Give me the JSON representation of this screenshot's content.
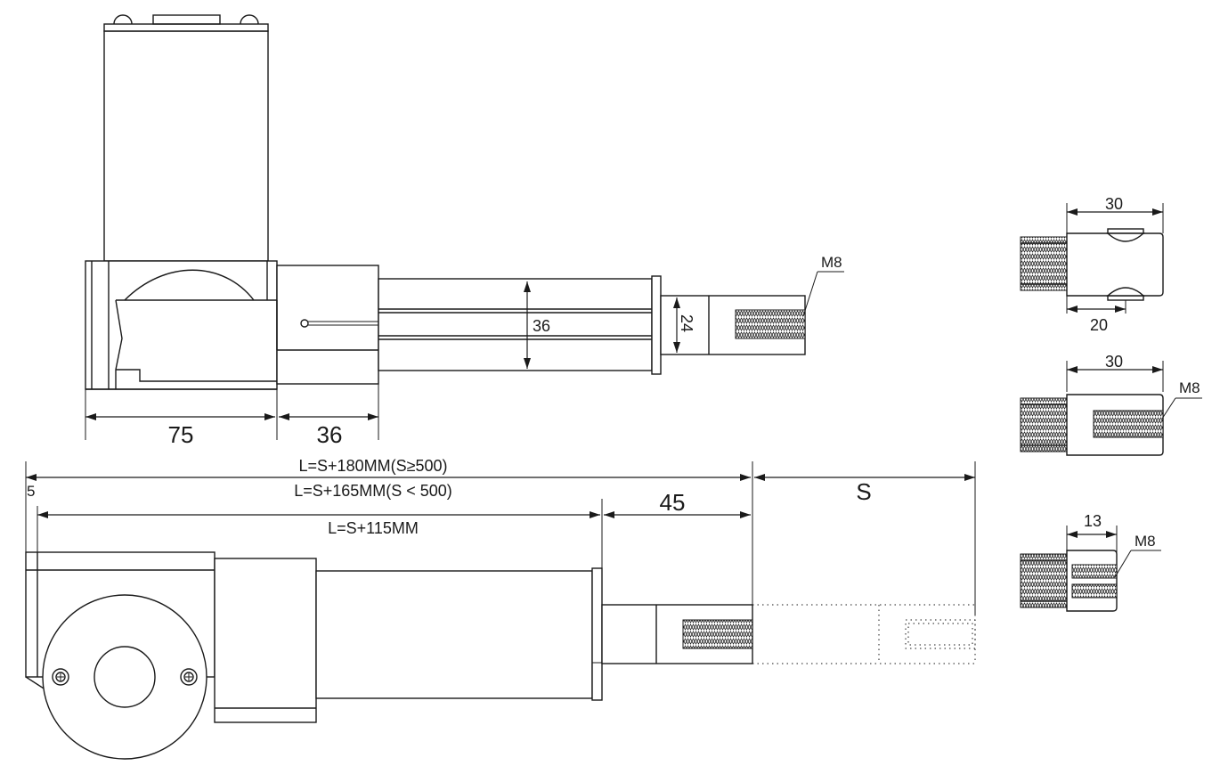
{
  "labels": {
    "top_m8": "M8",
    "bore_36": "36",
    "rod_24": "24",
    "dim_75": "75",
    "dim_36": "36",
    "l_180": "L=S+180MM(S≥500)",
    "l_165": "L=S+165MM(S < 500)",
    "dim_5": "5",
    "l_115": "L=S+115MM",
    "dim_45": "45",
    "dim_s": "S",
    "end1_30": "30",
    "end1_20": "20",
    "end2_30": "30",
    "end2_m8": "M8",
    "end3_13": "13",
    "end3_m8": "M8"
  },
  "colors": {
    "line": "#1a1a1a",
    "background": "#ffffff"
  }
}
